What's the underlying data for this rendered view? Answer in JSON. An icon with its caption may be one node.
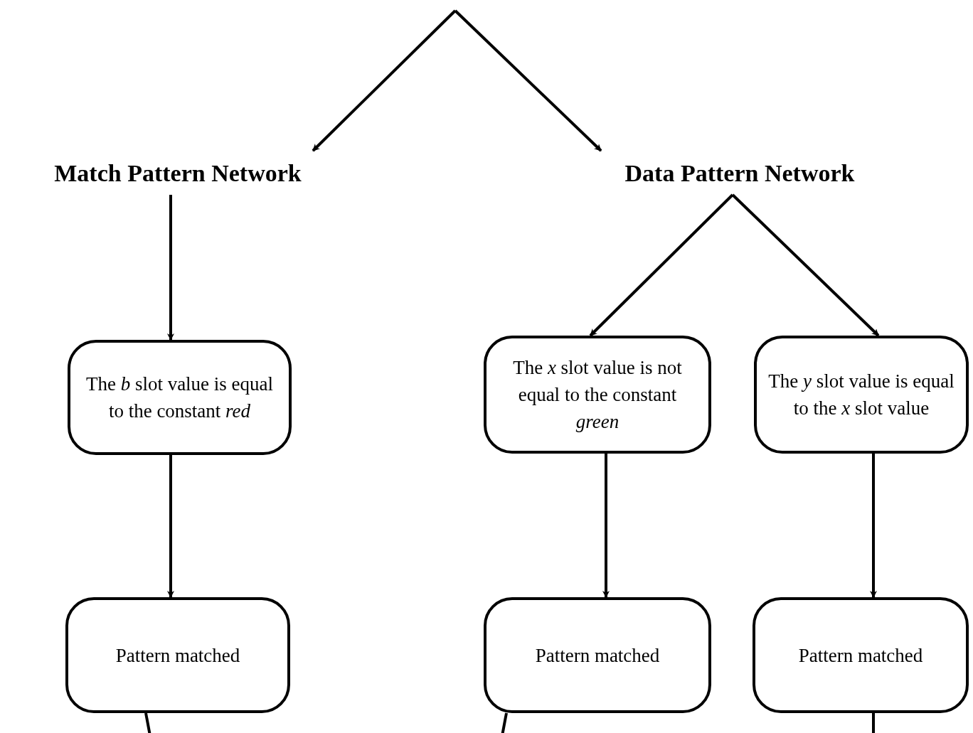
{
  "diagram": {
    "nodes": [
      {
        "text": [
          "Match Pattern Network"
        ]
      },
      {
        "text": [
          "Data Pattern Network"
        ]
      },
      {
        "text": [
          "The *b* slot value is equal to the constant *red*"
        ]
      },
      {
        "text": [
          "The *x* slot value is not equal to the constant *green*"
        ]
      },
      {
        "text": [
          "The *y* slot value is equal to the *x* slot value"
        ]
      },
      {
        "text": [
          "Pattern matched"
        ]
      },
      {
        "text": [
          "Pattern matched"
        ]
      },
      {
        "text": [
          "Pattern matched"
        ]
      }
    ],
    "edges": [
      {
        "from": null,
        "to": 0,
        "arrow": "to"
      },
      {
        "from": null,
        "to": 1,
        "arrow": "to"
      },
      {
        "from": 0,
        "to": 2,
        "arrow": "to"
      },
      {
        "from": 2,
        "to": 5,
        "arrow": "to"
      },
      {
        "from": 1,
        "to": 3,
        "arrow": "to"
      },
      {
        "from": 1,
        "to": 4,
        "arrow": "to"
      },
      {
        "from": 3,
        "to": 6,
        "arrow": "to"
      },
      {
        "from": 4,
        "to": 7,
        "arrow": "to"
      },
      {
        "from": 5,
        "to": null,
        "arrow": "none"
      },
      {
        "from": 6,
        "to": null,
        "arrow": "none"
      },
      {
        "from": 7,
        "to": null,
        "arrow": "none"
      }
    ]
  }
}
